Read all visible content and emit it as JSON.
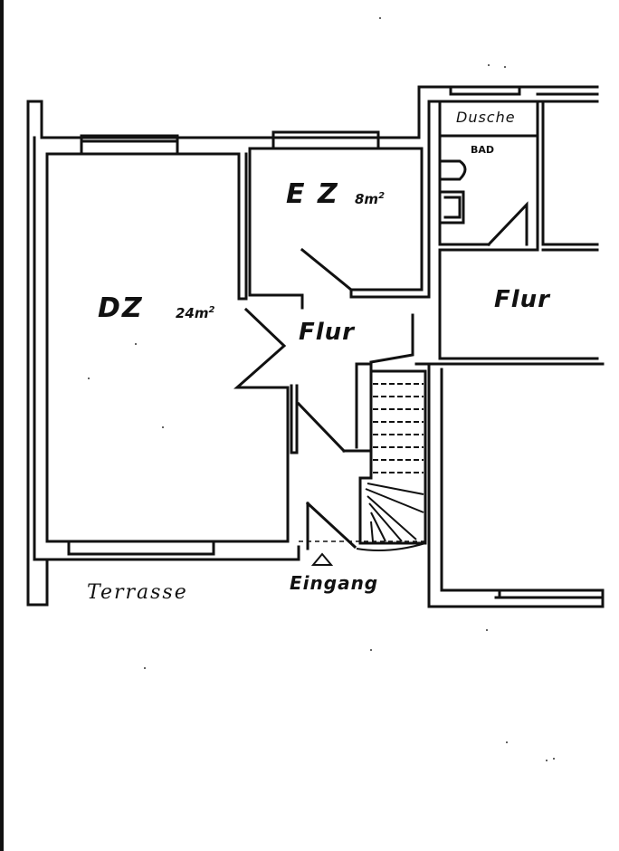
{
  "plan": {
    "rooms": {
      "dz": {
        "name": "DZ",
        "area_value": "24m",
        "area_unit_sup": "2"
      },
      "ez": {
        "name": "E Z",
        "area_value": "8m",
        "area_unit_sup": "2"
      },
      "flur_left": {
        "name": "Flur"
      },
      "flur_right": {
        "name": "Flur"
      },
      "dusche": {
        "name": "Dusche"
      },
      "bad": {
        "name": "BAD"
      }
    },
    "outside": {
      "terrasse": "Terrasse",
      "eingang": "Eingang"
    }
  }
}
